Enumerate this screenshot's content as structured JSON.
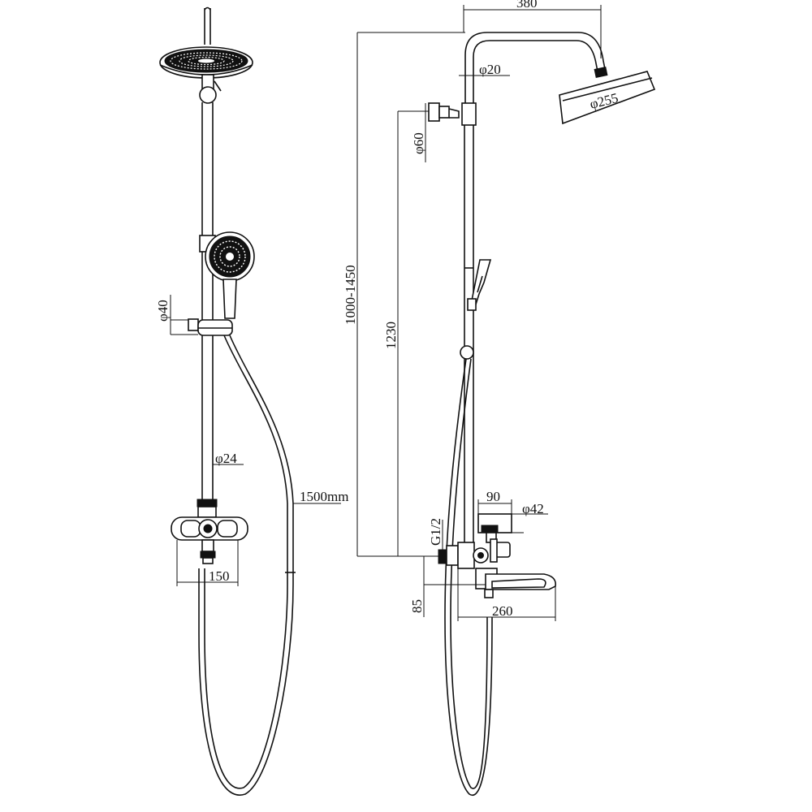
{
  "dimensions": {
    "rod_diameter_front": "φ24",
    "holder_diameter": "φ40",
    "hose_length": "1500mm",
    "mixer_width": "150",
    "arm_reach": "380",
    "arm_diameter": "φ20",
    "head_diameter": "φ255",
    "bracket_diameter": "φ60",
    "height_range": "1000-1450",
    "height_fixed": "1230",
    "spout_offset": "90",
    "handle_diameter": "φ42",
    "inlet_thread": "G1/2",
    "inlet_depth": "85",
    "spout_length": "260"
  }
}
